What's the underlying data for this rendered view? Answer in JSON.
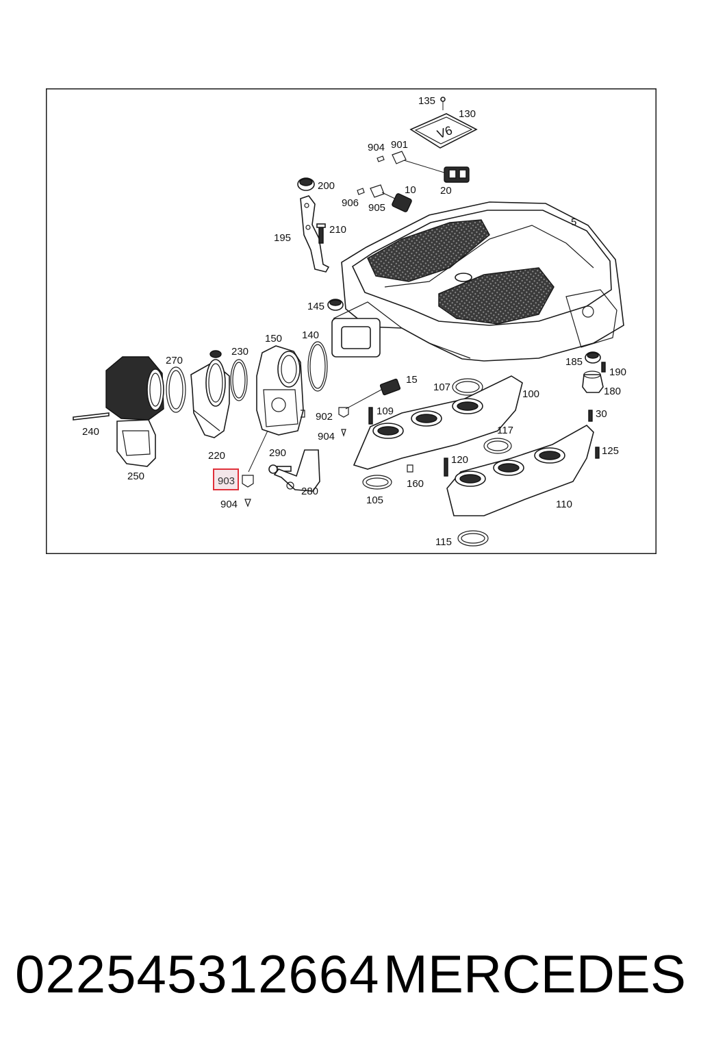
{
  "diagram": {
    "callouts": [
      {
        "id": "c135",
        "text": "135"
      },
      {
        "id": "c130",
        "text": "130"
      },
      {
        "id": "c904a",
        "text": "904"
      },
      {
        "id": "c901",
        "text": "901"
      },
      {
        "id": "c20",
        "text": "20"
      },
      {
        "id": "c200",
        "text": "200"
      },
      {
        "id": "c906",
        "text": "906"
      },
      {
        "id": "c905",
        "text": "905"
      },
      {
        "id": "c10",
        "text": "10"
      },
      {
        "id": "c195",
        "text": "195"
      },
      {
        "id": "c210",
        "text": "210"
      },
      {
        "id": "c5",
        "text": "5"
      },
      {
        "id": "c145",
        "text": "145"
      },
      {
        "id": "c150",
        "text": "150"
      },
      {
        "id": "c140",
        "text": "140"
      },
      {
        "id": "c270",
        "text": "270"
      },
      {
        "id": "c230",
        "text": "230"
      },
      {
        "id": "c185",
        "text": "185"
      },
      {
        "id": "c190",
        "text": "190"
      },
      {
        "id": "c180",
        "text": "180"
      },
      {
        "id": "c15",
        "text": "15"
      },
      {
        "id": "c107",
        "text": "107"
      },
      {
        "id": "c100",
        "text": "100"
      },
      {
        "id": "c902",
        "text": "902"
      },
      {
        "id": "c109",
        "text": "109"
      },
      {
        "id": "c30",
        "text": "30"
      },
      {
        "id": "c240",
        "text": "240"
      },
      {
        "id": "c904b",
        "text": "904"
      },
      {
        "id": "c117",
        "text": "117"
      },
      {
        "id": "c125",
        "text": "125"
      },
      {
        "id": "c220",
        "text": "220"
      },
      {
        "id": "c290",
        "text": "290"
      },
      {
        "id": "c120",
        "text": "120"
      },
      {
        "id": "c250",
        "text": "250"
      },
      {
        "id": "c903",
        "text": "903"
      },
      {
        "id": "c160",
        "text": "160"
      },
      {
        "id": "c280",
        "text": "280"
      },
      {
        "id": "c105",
        "text": "105"
      },
      {
        "id": "c110",
        "text": "110"
      },
      {
        "id": "c904c",
        "text": "904"
      },
      {
        "id": "c115",
        "text": "115"
      }
    ],
    "highlighted_callout": "903",
    "highlight_color": "#e0303a",
    "cover_badge": "V6"
  },
  "footer": {
    "part_number": "022545312664",
    "brand": "MERCEDES"
  }
}
